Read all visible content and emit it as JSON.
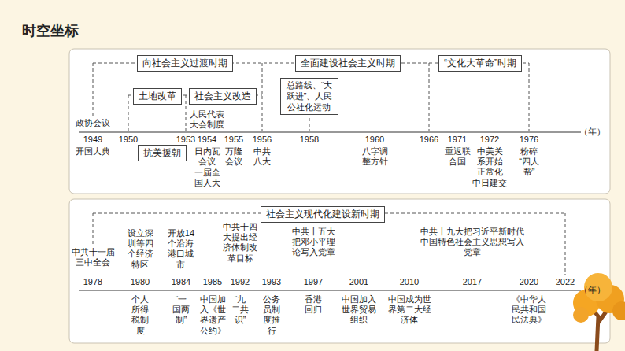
{
  "diagram": {
    "title": "时空坐标",
    "nodes": [
      {
        "text": [
          "向社会主义过渡时期"
        ]
      },
      {
        "text": [
          "全面建设社会主义时期"
        ]
      },
      {
        "text": [
          "“文化大革命”时期"
        ]
      },
      {
        "text": [
          "土地改革"
        ]
      },
      {
        "text": [
          "社会主义改造"
        ]
      },
      {
        "text": [
          "总路线、“大跃进”、人民公社化运动"
        ]
      },
      {
        "text": [
          "抗美援朝"
        ]
      },
      {
        "text": [
          "社会主义现代化建设新时期"
        ]
      }
    ],
    "labels": [
      "政协会议",
      "人民代表大会制度",
      "1949",
      "1950",
      "1953",
      "1954",
      "1955",
      "1956",
      "1958",
      "1960",
      "1966",
      "1971",
      "1972",
      "1976",
      "（年）",
      "开国大典",
      "日内瓦会议",
      "一届全国人大",
      "万隆会议",
      "中共八大",
      "八字调整方针",
      "重返联合国",
      "中美关系开始正常化",
      "中日建交",
      "粉碎“四人帮”",
      "中共十一届三中全会",
      "设立深圳等四个经济特区",
      "开放14个沿海港口城市",
      "中共十四大提出经济体制改革目标",
      "中共十五大把邓小平理论写入党章",
      "中共十九大把习近平新时代中国特色社会主义思想写入党章",
      "1978",
      "1980",
      "1984",
      "1985",
      "1992",
      "1993",
      "1997",
      "2001",
      "2010",
      "2017",
      "2020",
      "2022",
      "（年）",
      "个人所得税制度",
      "“一国两制”",
      "中国加入《世界遗产公约》",
      "“九二共识”",
      "公务员制度推行",
      "香港回归",
      "中国加入世界贸易组织",
      "中国成为世界第二大经济体",
      "《中华人民共和国民法典》"
    ]
  }
}
